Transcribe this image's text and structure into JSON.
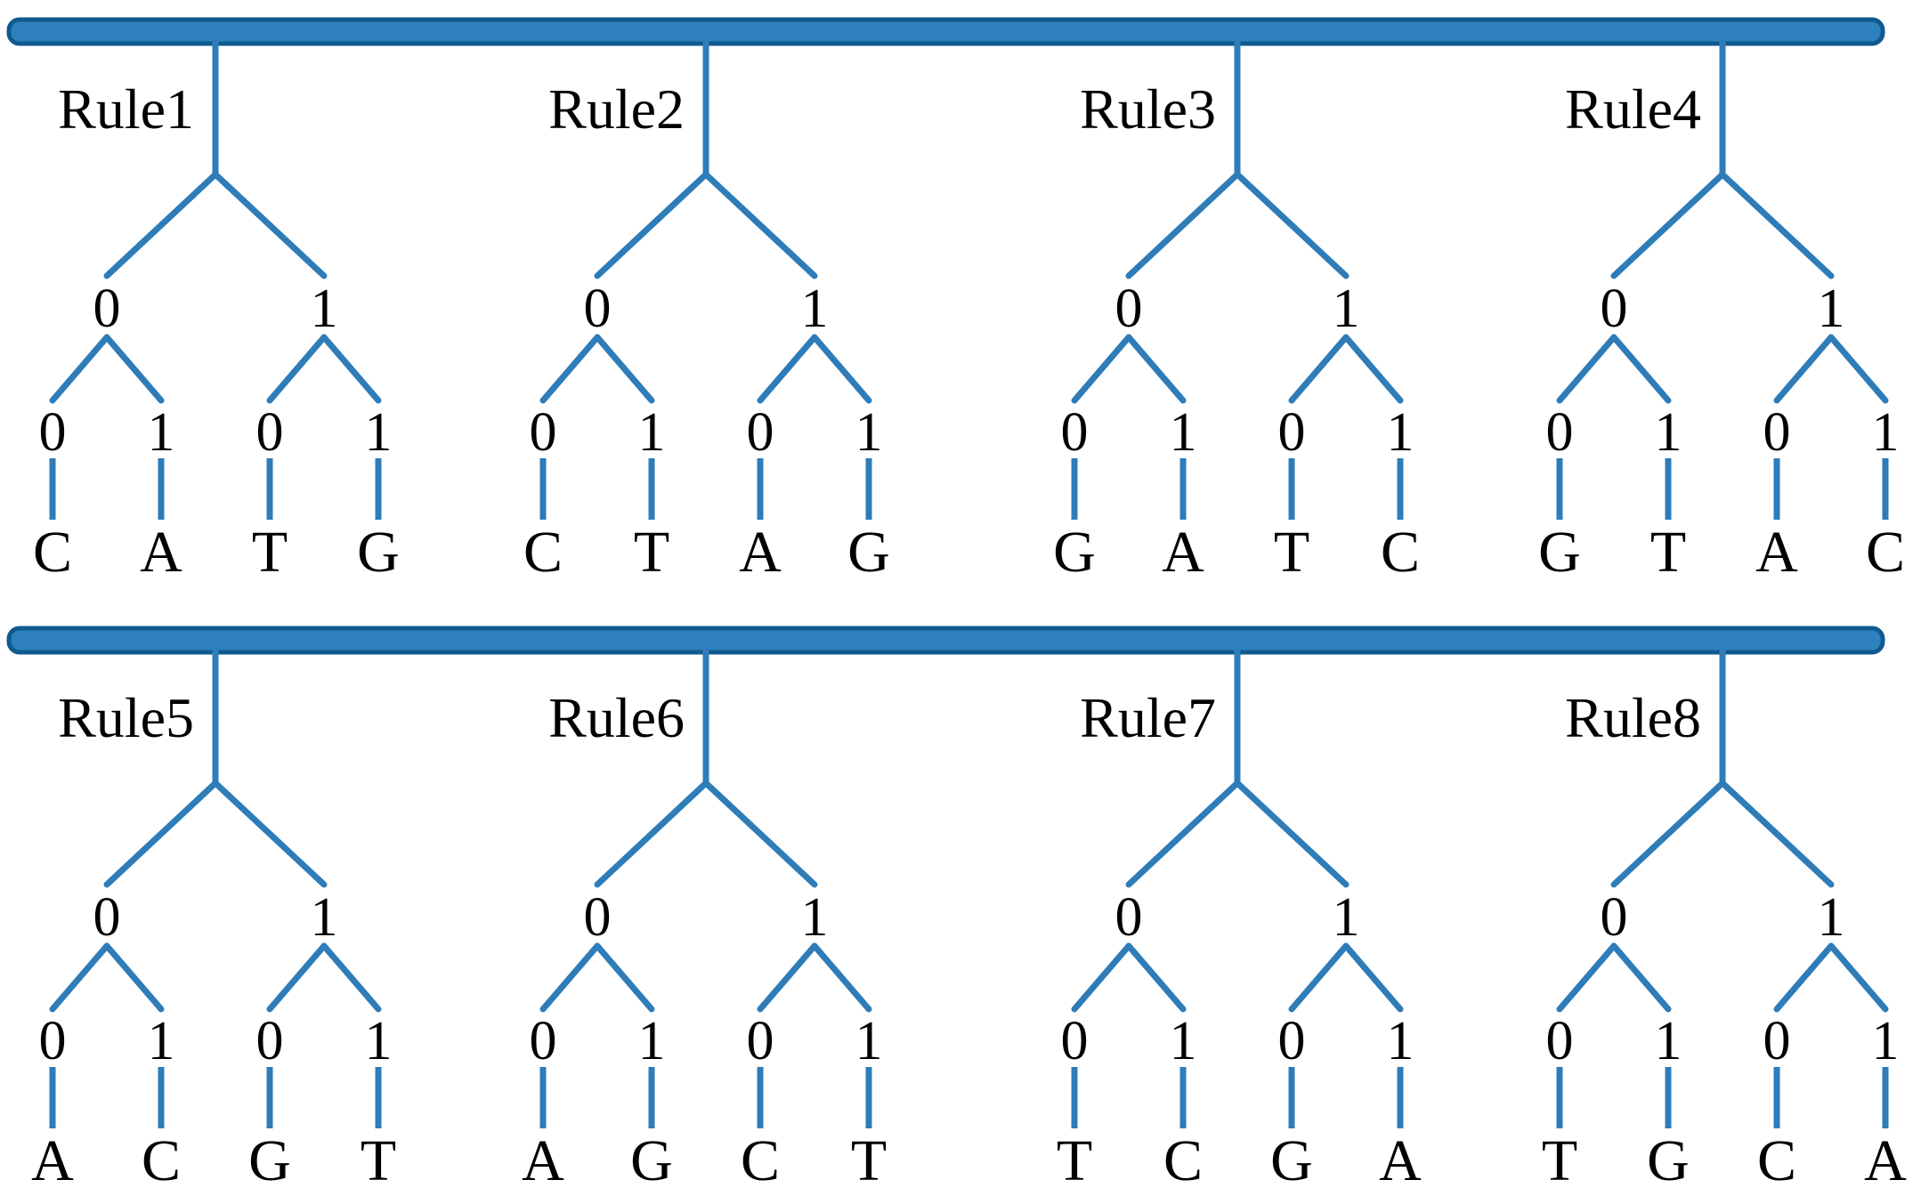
{
  "figure": {
    "background": "#ffffff",
    "colors": {
      "branch": "#2e7cb8",
      "rail_fill": "#2e81bd",
      "rail_border": "#0f5a8e",
      "text": "#000000"
    },
    "branch_labels": [
      "0",
      "1"
    ],
    "rows": [
      {
        "rules": [
          {
            "name": "Rule1",
            "leaves": [
              "C",
              "A",
              "T",
              "G"
            ]
          },
          {
            "name": "Rule2",
            "leaves": [
              "C",
              "T",
              "A",
              "G"
            ]
          },
          {
            "name": "Rule3",
            "leaves": [
              "G",
              "A",
              "T",
              "C"
            ]
          },
          {
            "name": "Rule4",
            "leaves": [
              "G",
              "T",
              "A",
              "C"
            ]
          }
        ]
      },
      {
        "rules": [
          {
            "name": "Rule5",
            "leaves": [
              "A",
              "C",
              "G",
              "T"
            ]
          },
          {
            "name": "Rule6",
            "leaves": [
              "A",
              "G",
              "C",
              "T"
            ]
          },
          {
            "name": "Rule7",
            "leaves": [
              "T",
              "C",
              "G",
              "A"
            ]
          },
          {
            "name": "Rule8",
            "leaves": [
              "T",
              "G",
              "C",
              "A"
            ]
          }
        ]
      }
    ]
  }
}
